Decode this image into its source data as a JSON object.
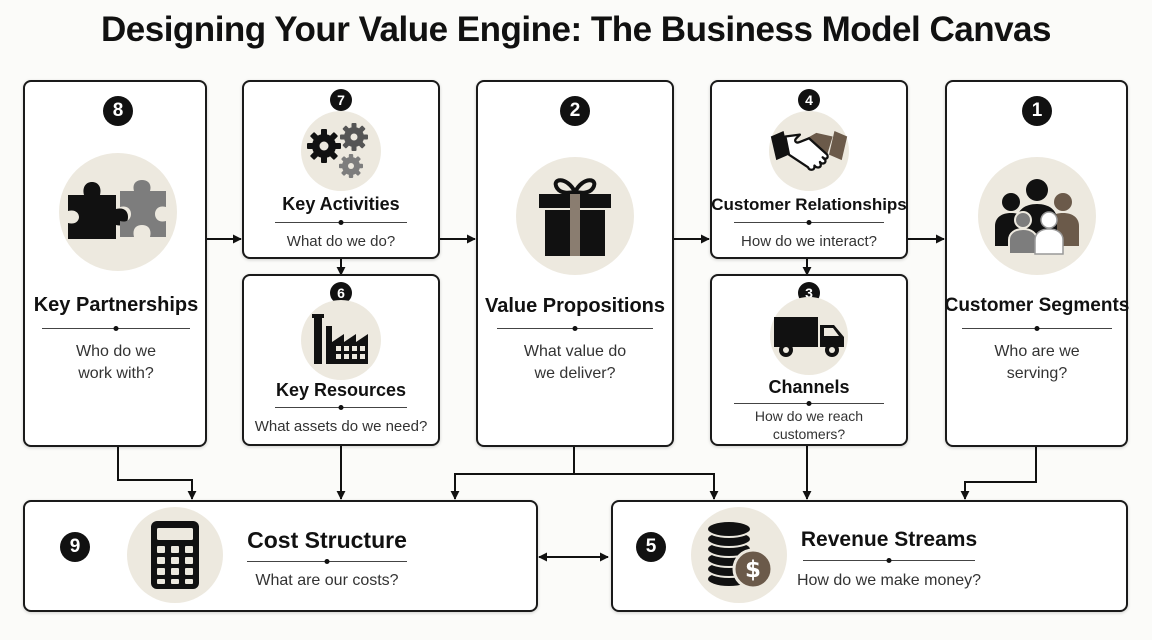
{
  "title": "Designing Your Value Engine: The Business Model Canvas",
  "colors": {
    "ink": "#111111",
    "disc": "#ede9df",
    "gray": "#7d7d7d",
    "brown": "#6b5a4a"
  },
  "blocks": {
    "key_partnerships": {
      "number": "8",
      "label": "Key Partnerships",
      "question": "Who do we\nwork with?",
      "icon": "puzzle-icon"
    },
    "key_activities": {
      "number": "7",
      "label": "Key Activities",
      "question": "What do we do?",
      "icon": "gears-icon"
    },
    "key_resources": {
      "number": "6",
      "label": "Key Resources",
      "question": "What assets do we need?",
      "icon": "factory-icon"
    },
    "value_propositions": {
      "number": "2",
      "label": "Value Propositions",
      "question": "What value do\nwe deliver?",
      "icon": "gift-icon"
    },
    "customer_relationships": {
      "number": "4",
      "label": "Customer Relationships",
      "question": "How do we interact?",
      "icon": "handshake-icon"
    },
    "channels": {
      "number": "3",
      "label": "Channels",
      "question": "How do we reach\ncustomers?",
      "icon": "truck-icon"
    },
    "customer_segments": {
      "number": "1",
      "label": "Customer Segments",
      "question": "Who are we\nserving?",
      "icon": "people-icon"
    },
    "cost_structure": {
      "number": "9",
      "label": "Cost Structure",
      "question": "What are our costs?",
      "icon": "calculator-icon"
    },
    "revenue_streams": {
      "number": "5",
      "label": "Revenue Streams",
      "question": "How do we make money?",
      "icon": "coins-dollar-icon"
    }
  }
}
